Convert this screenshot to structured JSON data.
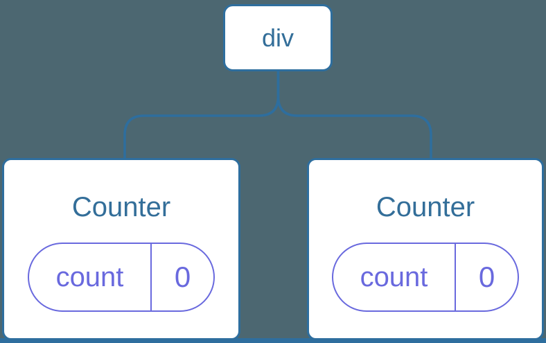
{
  "colors": {
    "background": "#4C6771",
    "tree_line": "#2E6E9E",
    "node_border": "#2E6E9E",
    "node_fill": "#FFFFFF",
    "label_blue": "#336E99",
    "state_purple": "#6969DE"
  },
  "tree": {
    "root": {
      "label": "div"
    },
    "children": [
      {
        "title": "Counter",
        "state": [
          {
            "key": "count",
            "value": "0"
          }
        ]
      },
      {
        "title": "Counter",
        "state": [
          {
            "key": "count",
            "value": "0"
          }
        ]
      }
    ]
  }
}
